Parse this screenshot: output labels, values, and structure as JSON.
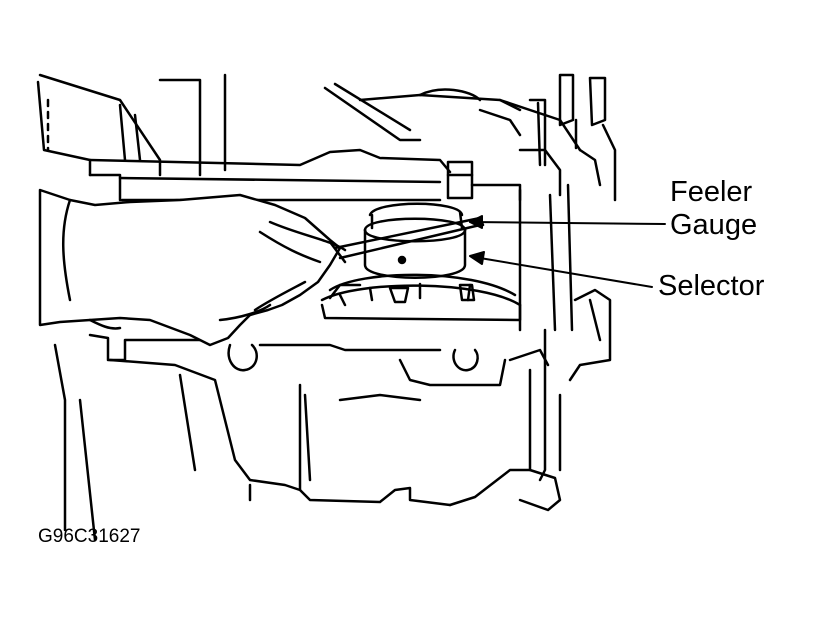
{
  "labels": {
    "feeler_line1": "Feeler",
    "feeler_line2": "Gauge",
    "selector": "Selector"
  },
  "figure_code": "G96C31627"
}
